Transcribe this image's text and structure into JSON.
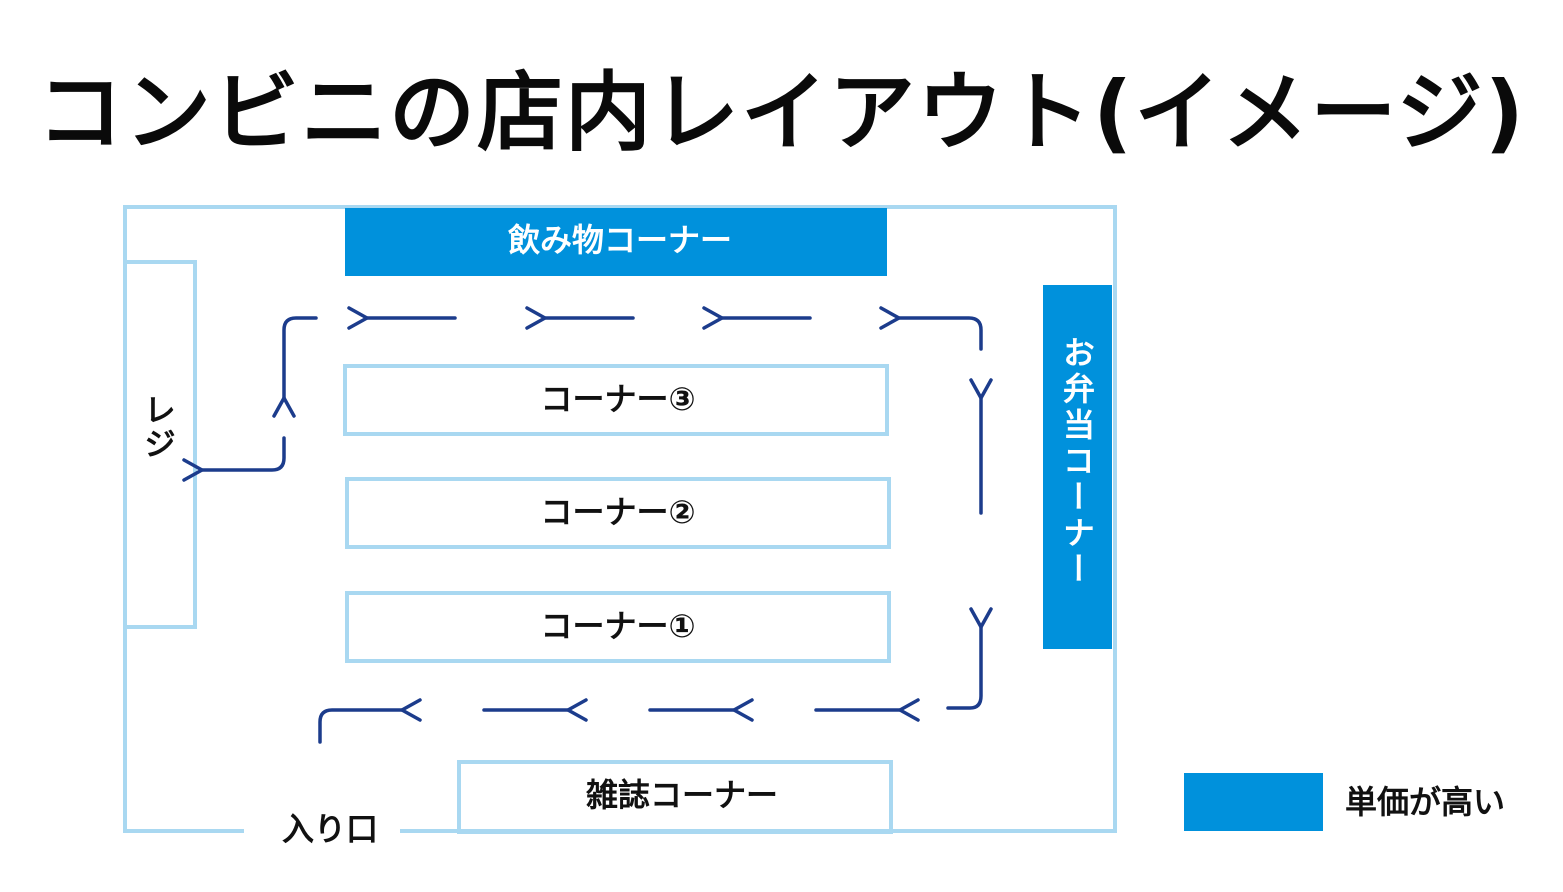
{
  "title": "コンビニの店内レイアウト(イメージ)",
  "store": {
    "drinks_label": "飲み物コーナー",
    "bento_label": "お弁当コーナー",
    "register_label": "レジ",
    "corner3_label": "コーナー③",
    "corner2_label": "コーナー②",
    "corner1_label": "コーナー①",
    "magazine_label": "雑誌コーナー",
    "entrance_label": "入り口"
  },
  "legend": {
    "label": "単価が高い"
  },
  "colors": {
    "high_price_fill": "#0091dc",
    "outline": "#a9d8f1",
    "arrow": "#1c3c8c",
    "text": "#111111"
  }
}
